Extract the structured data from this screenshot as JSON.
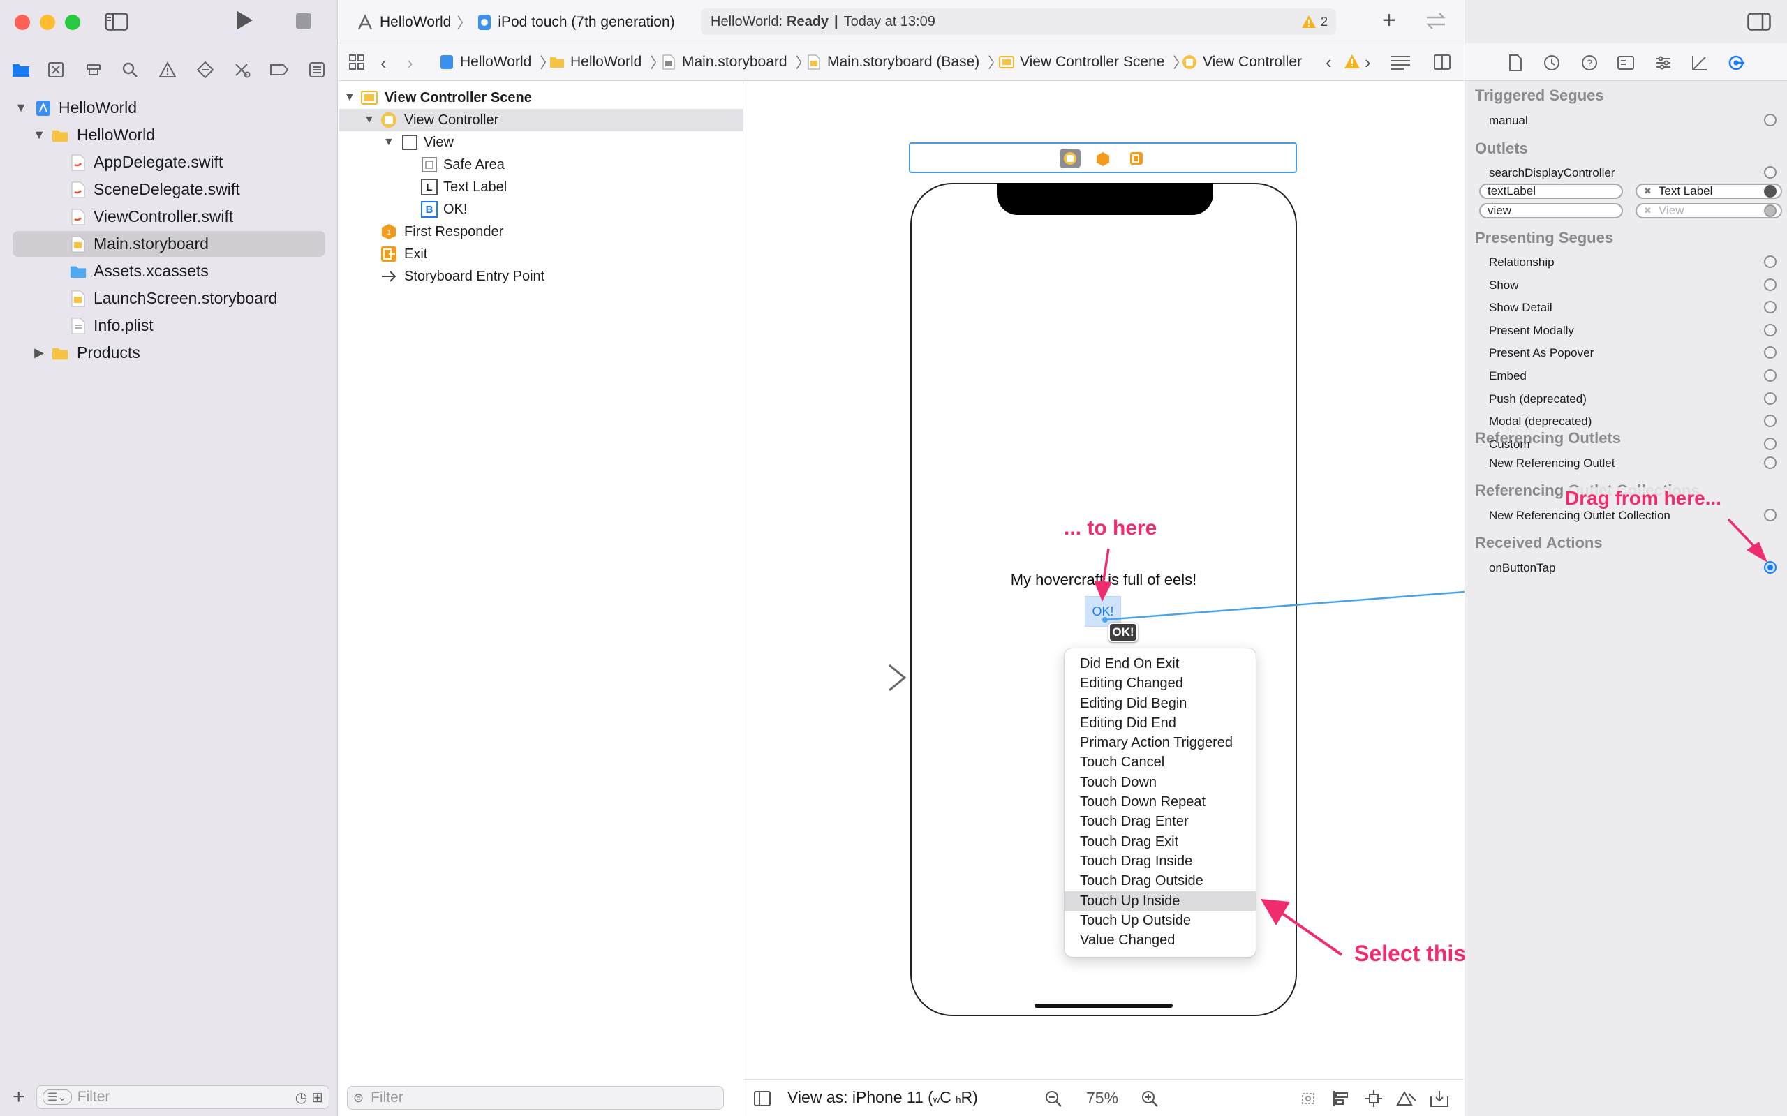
{
  "toolbar": {
    "scheme": "HelloWorld",
    "device": "iPod touch (7th generation)",
    "status_project": "HelloWorld:",
    "status_state": "Ready",
    "status_time": "Today at 13:09",
    "warning_count": "2"
  },
  "navigator": {
    "items": [
      {
        "label": "HelloWorld"
      },
      {
        "label": "HelloWorld"
      },
      {
        "label": "AppDelegate.swift"
      },
      {
        "label": "SceneDelegate.swift"
      },
      {
        "label": "ViewController.swift"
      },
      {
        "label": "Main.storyboard"
      },
      {
        "label": "Assets.xcassets"
      },
      {
        "label": "LaunchScreen.storyboard"
      },
      {
        "label": "Info.plist"
      },
      {
        "label": "Products"
      }
    ],
    "filter_placeholder": "Filter"
  },
  "jumpbar": {
    "crumbs": [
      "HelloWorld",
      "HelloWorld",
      "Main.storyboard",
      "Main.storyboard (Base)",
      "View Controller Scene",
      "View Controller"
    ]
  },
  "outline": {
    "items": [
      {
        "label": "View Controller Scene"
      },
      {
        "label": "View Controller"
      },
      {
        "label": "View"
      },
      {
        "label": "Safe Area"
      },
      {
        "label": "Text Label"
      },
      {
        "label": "OK!"
      },
      {
        "label": "First Responder"
      },
      {
        "label": "Exit"
      },
      {
        "label": "Storyboard Entry Point"
      }
    ],
    "icon_letters": {
      "text_label": "L",
      "button": "B"
    },
    "filter_placeholder": "Filter"
  },
  "canvas": {
    "label_text": "My hovercraft is full of eels!",
    "button_text": "OK!",
    "badge_text": "OK!",
    "view_as": "View as: iPhone 11 (",
    "size_class_w": "w",
    "size_class_wv": "C",
    "size_class_h": "h",
    "size_class_hv": "R",
    "view_as_close": ")",
    "zoom": "75%"
  },
  "menu": {
    "items": [
      "Did End On Exit",
      "Editing Changed",
      "Editing Did Begin",
      "Editing Did End",
      "Primary Action Triggered",
      "Touch Cancel",
      "Touch Down",
      "Touch Down Repeat",
      "Touch Drag Enter",
      "Touch Drag Exit",
      "Touch Drag Inside",
      "Touch Drag Outside",
      "Touch Up Inside",
      "Touch Up Outside",
      "Value Changed"
    ],
    "highlighted": "Touch Up Inside"
  },
  "inspector": {
    "triggered_segues": "Triggered Segues",
    "manual": "manual",
    "outlets": "Outlets",
    "search_display": "searchDisplayController",
    "outlet1_name": "textLabel",
    "outlet1_target": "Text Label",
    "outlet2_name": "view",
    "outlet2_target": "View",
    "presenting_segues": "Presenting Segues",
    "segues": [
      "Relationship",
      "Show",
      "Show Detail",
      "Present Modally",
      "Present As Popover",
      "Embed",
      "Push (deprecated)",
      "Modal (deprecated)",
      "Custom"
    ],
    "referencing_outlets": "Referencing Outlets",
    "new_ref_outlet": "New Referencing Outlet",
    "referencing_outlet_collections": "Referencing Outlet Collections",
    "new_ref_outlet_collection": "New Referencing Outlet Collection",
    "received_actions": "Received Actions",
    "action": "onButtonTap"
  },
  "annotations": {
    "drag_from": "Drag from here...",
    "to_here": "... to here",
    "select_this": "Select this"
  },
  "colors": {
    "annotation": "#ef2d6e",
    "accent": "#1a7cf5",
    "connection": "#4aa3e8"
  }
}
